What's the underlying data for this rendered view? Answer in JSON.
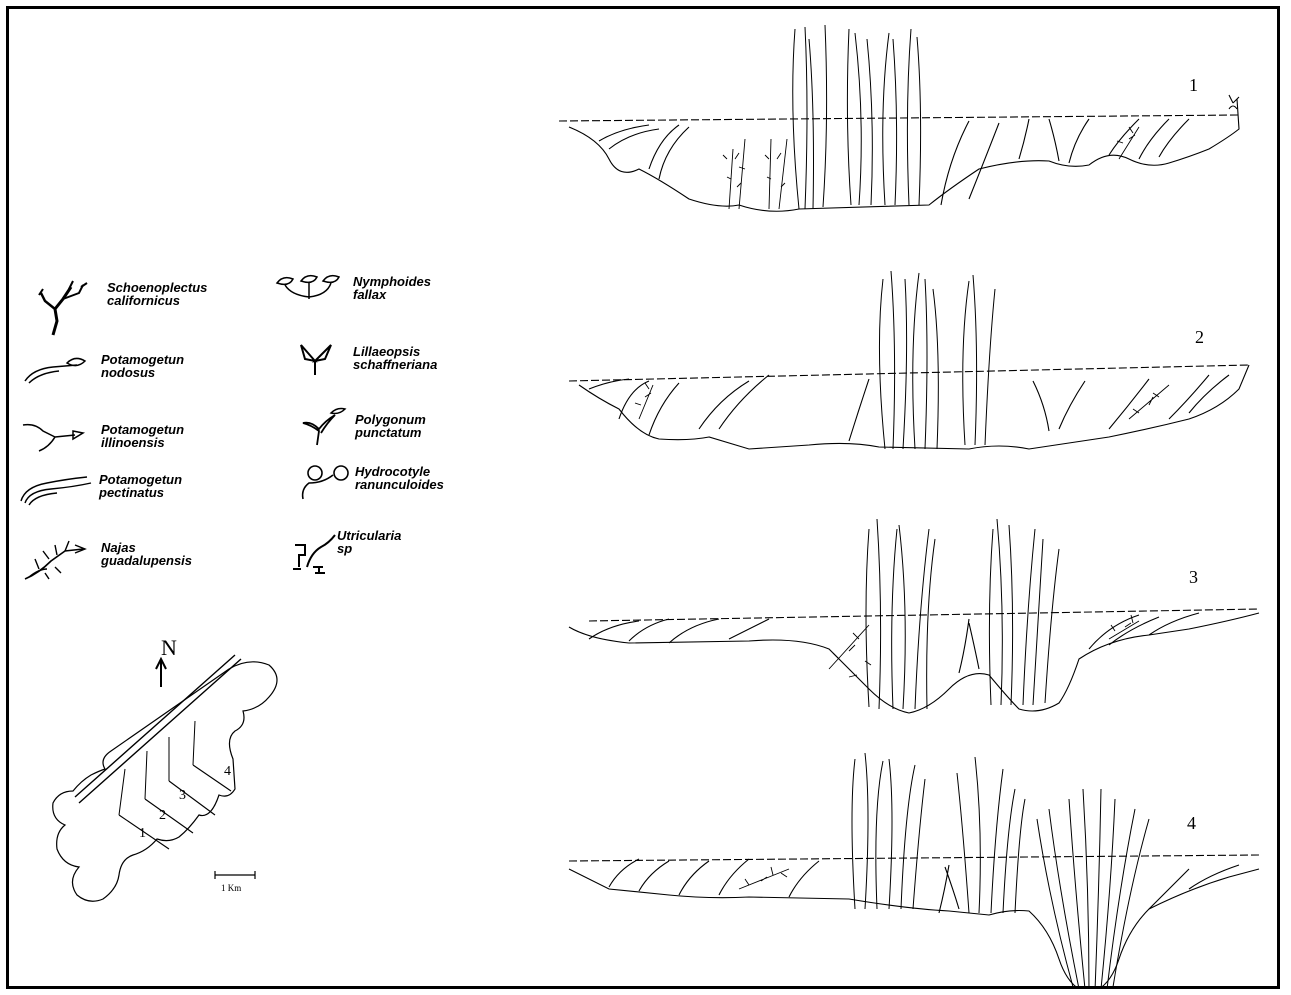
{
  "legend": {
    "items": [
      {
        "id": "schoenoplectus",
        "line1": "Schoenoplectus",
        "line2": "californicus",
        "icon": "schoenoplectus-icon"
      },
      {
        "id": "nymphoides",
        "line1": "Nymphoides",
        "line2": "fallax",
        "icon": "nymphoides-icon"
      },
      {
        "id": "pot-nodosus",
        "line1": "Potamogetun",
        "line2": "nodosus",
        "icon": "potamogetun-nodosus-icon"
      },
      {
        "id": "lillaeopsis",
        "line1": "Lillaeopsis",
        "line2": "schaffneriana",
        "icon": "lillaeopsis-icon"
      },
      {
        "id": "pot-illinoensis",
        "line1": "Potamogetun",
        "line2": "illinoensis",
        "icon": "potamogetun-illinoensis-icon"
      },
      {
        "id": "polygonum",
        "line1": "Polygonum",
        "line2": "punctatum",
        "icon": "polygonum-icon"
      },
      {
        "id": "pot-pectinatus",
        "line1": "Potamogetun",
        "line2": "pectinatus",
        "icon": "potamogetun-pectinatus-icon"
      },
      {
        "id": "hydrocotyle",
        "line1": "Hydrocotyle",
        "line2": "ranunculoides",
        "icon": "hydrocotyle-icon"
      },
      {
        "id": "najas",
        "line1": "Najas",
        "line2": "guadalupensis",
        "icon": "najas-icon"
      },
      {
        "id": "utricularia",
        "line1": "Utricularia",
        "line2": "sp",
        "icon": "utricularia-icon"
      }
    ]
  },
  "map": {
    "north_label": "N",
    "scale_label": "1 Km",
    "transect_labels": [
      "1",
      "2",
      "3",
      "4"
    ]
  },
  "profiles": {
    "labels": [
      "1",
      "2",
      "3",
      "4"
    ]
  }
}
